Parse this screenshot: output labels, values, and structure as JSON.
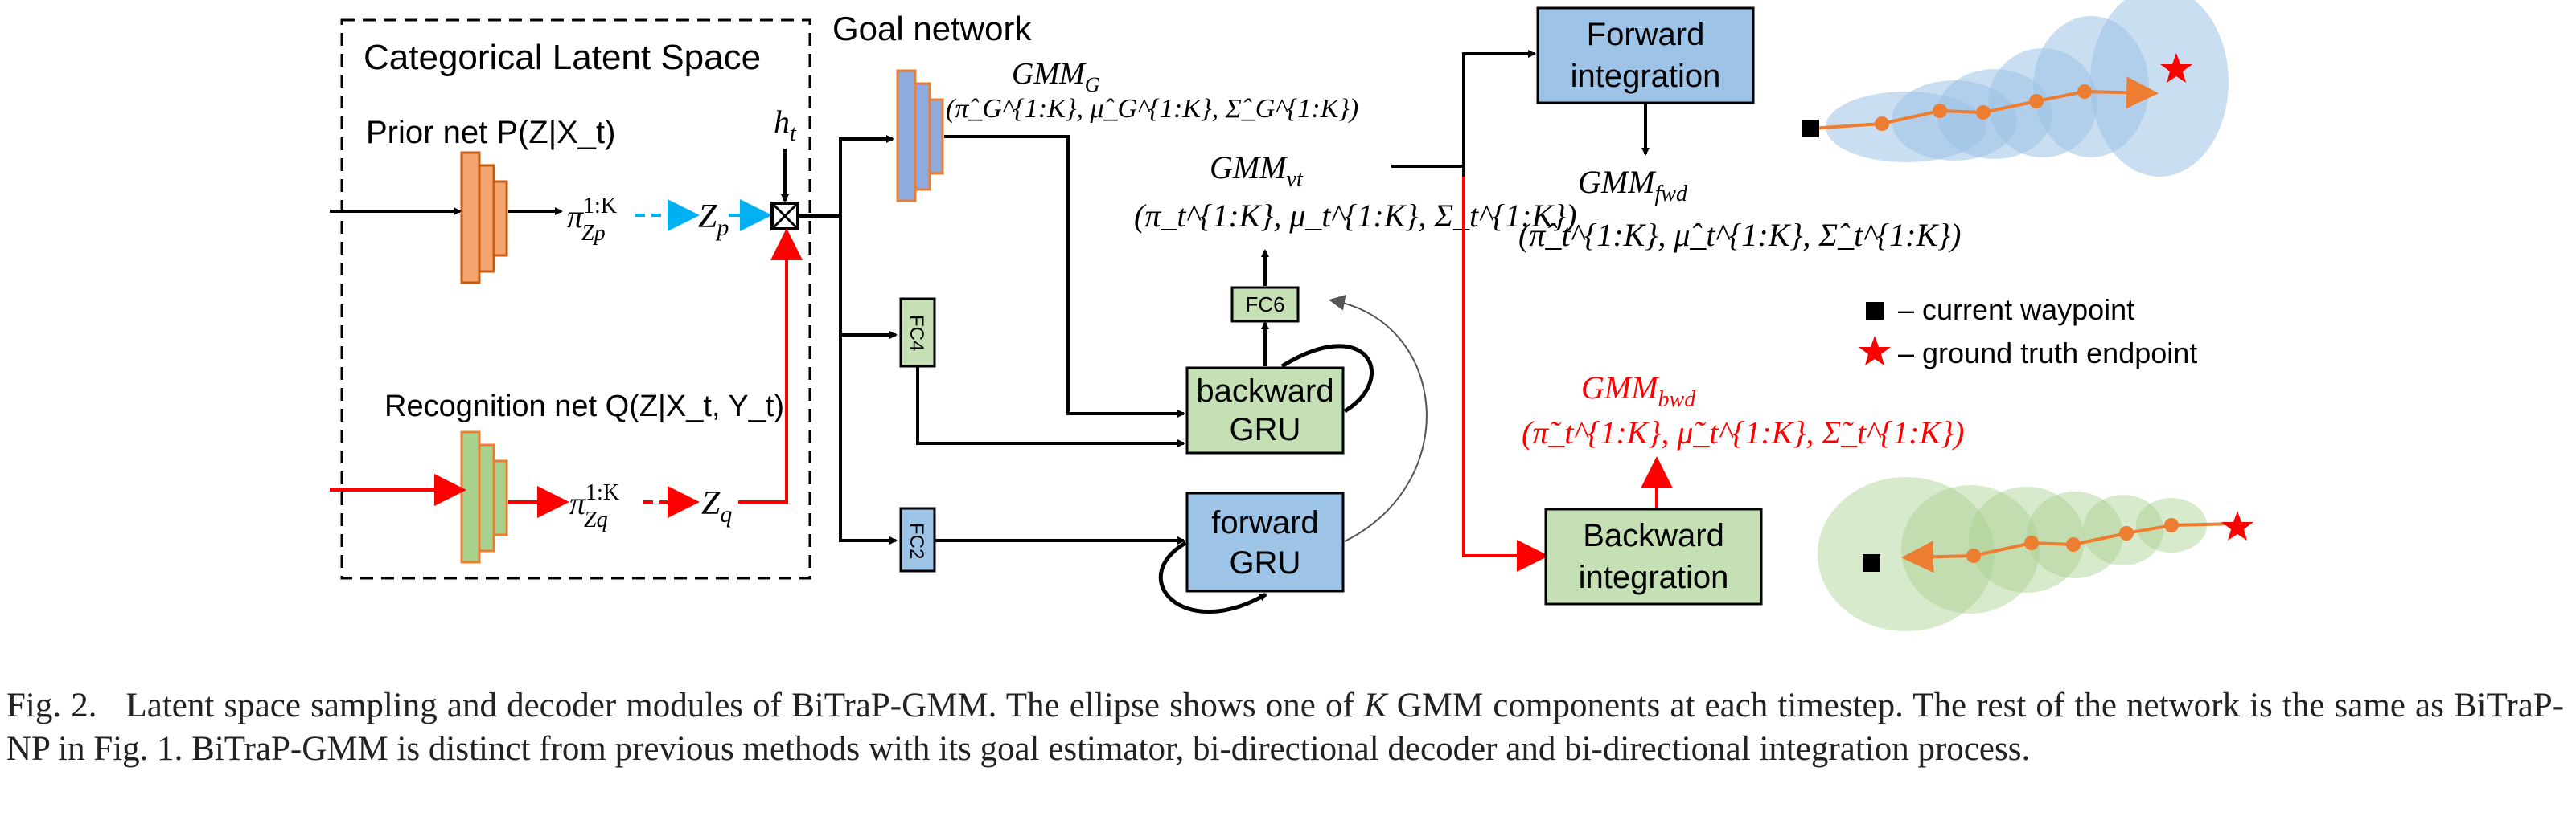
{
  "diagram": {
    "latent_space_title": "Categorical Latent Space",
    "goal_network_title": "Goal network",
    "prior_net": "Prior net P(Z|X_t)",
    "recognition_net": "Recognition net Q(Z|X_t, Y_t)",
    "pi_zp": "π^{1:K}_{Zp}",
    "zp": "Zp",
    "pi_zq": "π^{1:K}_{Zq}",
    "zq": "Zq",
    "ht": "ht",
    "gmm_g": "GMM_G",
    "gmm_g_params": "(π̂_G^{1:K}, μ̂_G^{1:K}, Σ̂_G^{1:K})",
    "gmm_vt": "GMM_vt",
    "gmm_vt_params": "(π_t^{1:K}, μ_t^{1:K}, Σ_t^{1:K})",
    "fc4": "FC4",
    "fc2": "FC2",
    "fc6": "FC6",
    "backward_gru_l1": "backward",
    "backward_gru_l2": "GRU",
    "forward_gru_l1": "forward",
    "forward_gru_l2": "GRU",
    "forward_integration_l1": "Forward",
    "forward_integration_l2": "integration",
    "backward_integration_l1": "Backward",
    "backward_integration_l2": "integration",
    "gmm_fwd": "GMM_fwd",
    "gmm_fwd_params": "(π̂_t^{1:K}, μ̂_t^{1:K}, Σ̂_t^{1:K})",
    "gmm_bwd": "GMM_bwd",
    "gmm_bwd_params": "(π̃_t^{1:K}, μ̃_t^{1:K}, Σ̃_t^{1:K})",
    "legend_waypoint": "– current waypoint",
    "legend_endpoint": "– ground truth endpoint"
  },
  "caption": {
    "label": "Fig. 2.",
    "text_before_k": "Latent space sampling and decoder modules of BiTraP-GMM. The ellipse shows one of",
    "k": "K",
    "text_after_k": "GMM components at each timestep. The rest of the network is the same as BiTraP-NP in Fig. 1. BiTraP-GMM is distinct from previous methods with its goal estimator, bi-directional decoder and bi-directional integration process."
  },
  "colors": {
    "orange_block": "#f4a46f",
    "green_block": "#a9d18e",
    "blue_block": "#8faadc",
    "box_blue": "#9dc3e6",
    "box_green": "#c5e0b4",
    "red": "#ff0000",
    "cyan": "#00b0f0",
    "traj_orange": "#ed7d31"
  }
}
